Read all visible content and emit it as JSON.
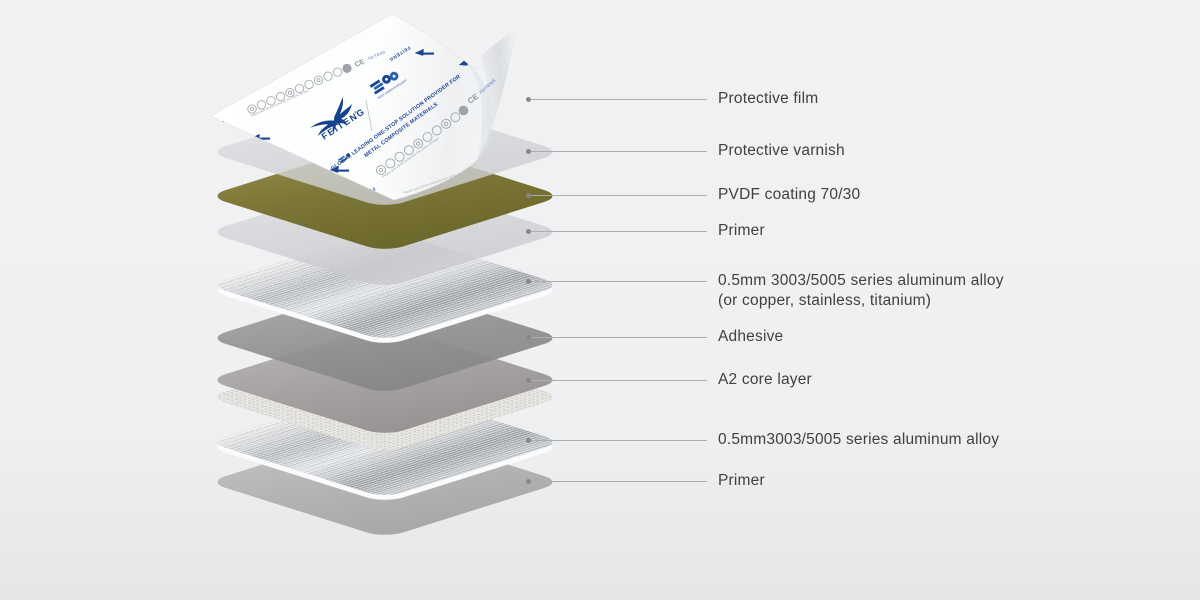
{
  "diagram": {
    "type": "layer-structure-exploded-view",
    "subject": "aluminum composite panel layers"
  },
  "colors": {
    "background": "#eef0f1",
    "brand_blue": "#1d4394",
    "pvdf_olive": "#7b7536",
    "aluminum_silver": "#c6c9cc",
    "adhesive_gray": "#8f8e8f",
    "core_gray": "#a3a09f",
    "primer_gray": "#b4b2b1",
    "label_text": "#3f4041",
    "leader_line": "#abadaf"
  },
  "callouts": [
    {
      "label": "Protective film"
    },
    {
      "label": "Protective varnish"
    },
    {
      "label": "PVDF coating 70/30"
    },
    {
      "label": "Primer"
    },
    {
      "label": "0.5mm 3003/5005 series aluminum alloy",
      "label2": "(or copper, stainless, titanium)"
    },
    {
      "label": "Adhesive"
    },
    {
      "label": "A2 core layer"
    },
    {
      "label": "0.5mm3003/5005 series aluminum alloy"
    },
    {
      "label": "Primer"
    }
  ],
  "film": {
    "brand": "FEITENG",
    "registered_mark": "®",
    "anniversary_number": "30",
    "anniversary_text": "30th ANNIVERSARY",
    "tagline_line1": "GLOBAL LEADING ONE-STOP SOLUTION PROVIDER FOR",
    "tagline_line2": "METAL COMPOSITE MATERIALS",
    "ce_mark": "CE",
    "fine_print": "Please peel off the protective film within 45 days",
    "edge_brand": "FEITENG"
  }
}
